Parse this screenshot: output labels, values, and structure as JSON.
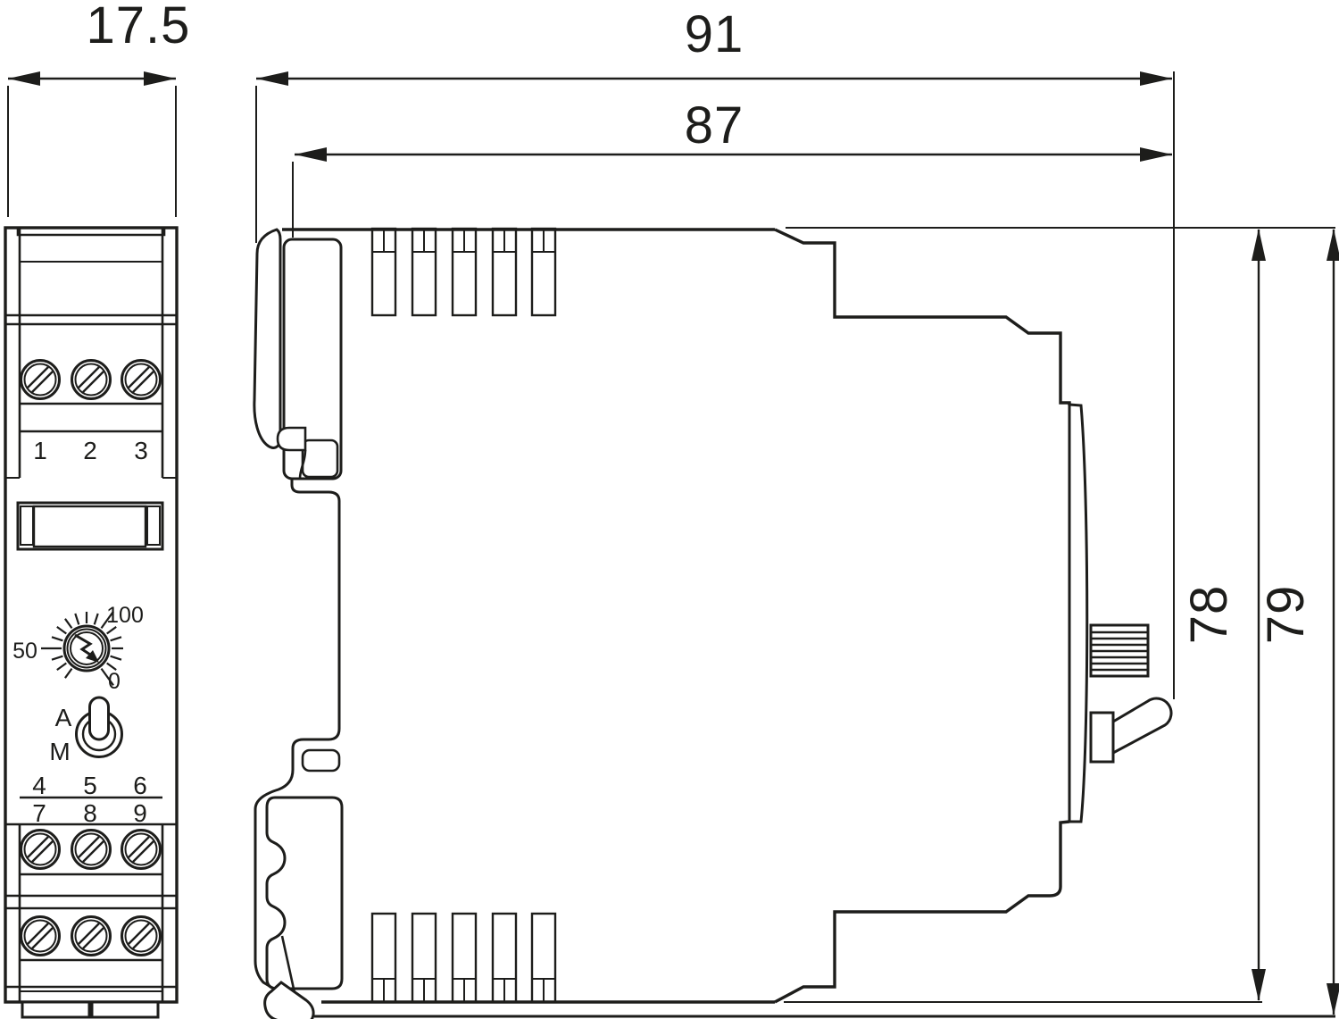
{
  "colors": {
    "line": "#1d1d1b",
    "background": "#ffffff"
  },
  "front_view": {
    "width_label": "17.5",
    "terminals_top": [
      "1",
      "2",
      "3"
    ],
    "terminals_mid_upper": [
      "4",
      "5",
      "6"
    ],
    "terminals_mid_lower": [
      "7",
      "8",
      "9"
    ],
    "dial": {
      "max": "100",
      "mid": "50",
      "min": "0"
    },
    "toggle": {
      "auto": "A",
      "manual": "M"
    }
  },
  "side_view": {
    "overall_width": "91",
    "body_width": "87",
    "body_height": "78",
    "overall_height": "79"
  }
}
